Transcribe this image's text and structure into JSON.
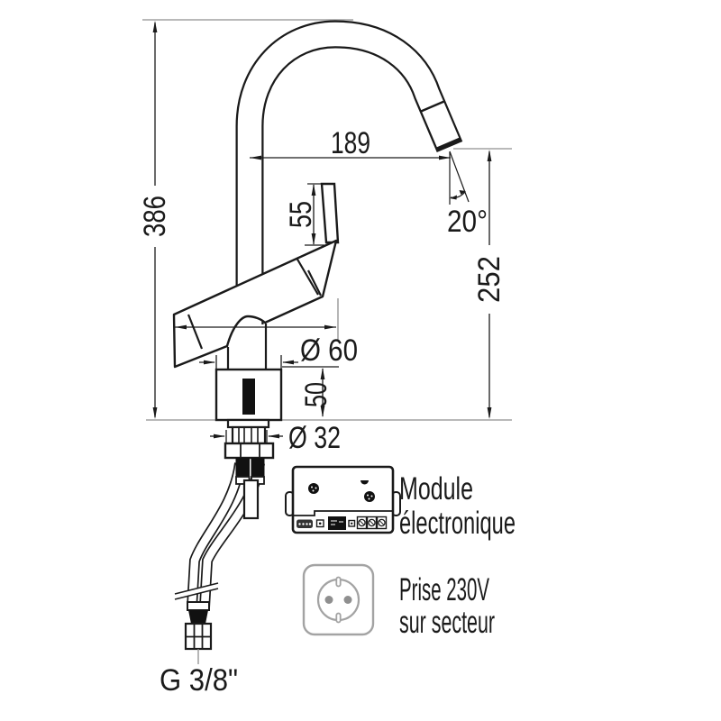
{
  "diagram": {
    "type": "technical-drawing",
    "subject": "sensor kitchen faucet with electronic module",
    "dimensions": {
      "total_height": "386",
      "spout_reach": "189",
      "lever_height": "55",
      "spout_angle": "20°",
      "outlet_height": "252",
      "base_diameter": "Ø 60",
      "base_height": "50",
      "shank_diameter": "Ø 32",
      "supply_connection": "G 3/8\""
    },
    "annotations": {
      "module": {
        "line1": "Module",
        "line2": "électronique"
      },
      "socket": {
        "line1": "Prise 230V",
        "line2": "sur secteur"
      }
    },
    "colors": {
      "line": "#1a1a1a",
      "extension_line": "#8f8f8f",
      "socket_gray": "#a3a3a3"
    }
  }
}
